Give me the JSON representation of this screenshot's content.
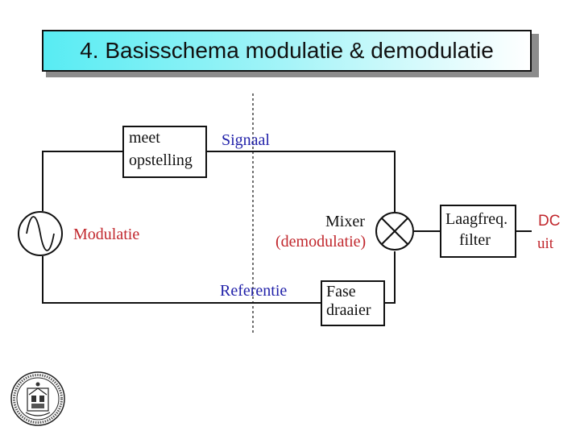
{
  "slide": {
    "title": "4. Basisschema modulatie & demodulatie"
  },
  "diagram": {
    "meet_opstelling": [
      "meet",
      "opstelling"
    ],
    "signaal": "Signaal",
    "modulatie": "Modulatie",
    "mixer": "Mixer",
    "demodulatie": "(demodulatie)",
    "laagfreq_filter": [
      "Laagfreq.",
      "filter"
    ],
    "dc_uit": [
      "DC",
      "uit"
    ],
    "referentie": "Referentie",
    "fase_draaier": [
      "Fase",
      "draaier"
    ]
  },
  "colors": {
    "title_gradient_start": "#58ecf3",
    "line": "#111111",
    "red_label": "#c1272d",
    "blue_label": "#1f1fa8"
  },
  "icons": {
    "source": "sine-wave-source-icon",
    "mixer": "mixer-cross-icon",
    "logo": "university-seal-logo"
  }
}
